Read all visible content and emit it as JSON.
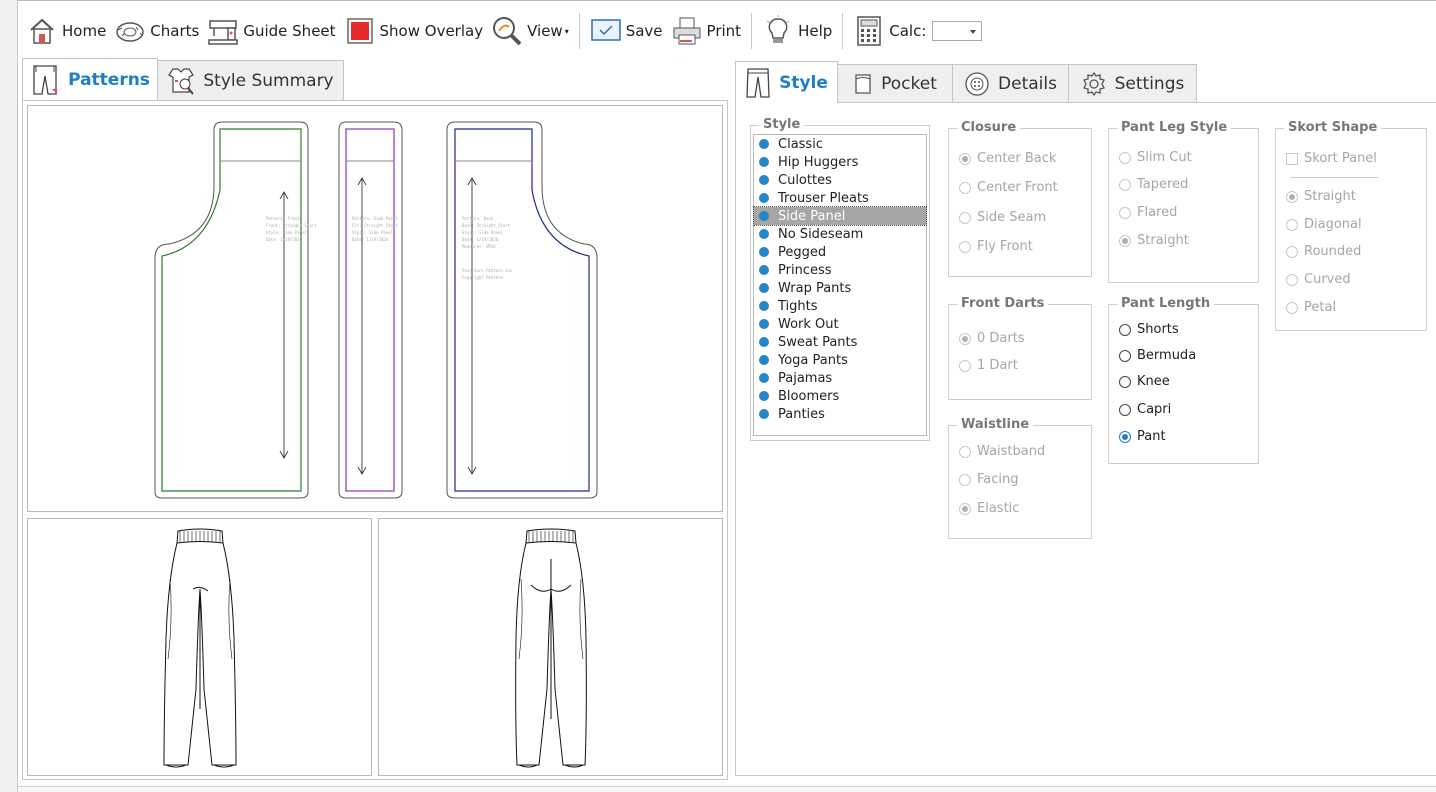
{
  "toolbar": {
    "home": "Home",
    "charts": "Charts",
    "guide_sheet": "Guide Sheet",
    "show_overlay": "Show Overlay",
    "view": "View",
    "save": "Save",
    "print": "Print",
    "help": "Help",
    "calc": "Calc:",
    "calc_value": ""
  },
  "left_tabs": {
    "patterns": "Patterns",
    "style_summary": "Style Summary",
    "active": "patterns"
  },
  "right_tabs": {
    "style": "Style",
    "pocket": "Pocket",
    "details": "Details",
    "settings": "Settings",
    "active": "style"
  },
  "style_group": {
    "title": "Style",
    "items": [
      "Classic",
      "Hip Huggers",
      "Culottes",
      "Trouser Pleats",
      "Side Panel",
      "No Sideseam",
      "Pegged",
      "Princess",
      "Wrap Pants",
      "Tights",
      "Work Out",
      "Sweat Pants",
      "Yoga Pants",
      "Pajamas",
      "Bloomers",
      "Panties"
    ],
    "selected": "Side Panel"
  },
  "closure": {
    "title": "Closure",
    "options": [
      "Center Back",
      "Center Front",
      "Side Seam",
      "Fly Front"
    ],
    "selected": "Center Back",
    "enabled": false
  },
  "front_darts": {
    "title": "Front Darts",
    "options": [
      "0 Darts",
      "1 Dart"
    ],
    "selected": "0 Darts",
    "enabled": false
  },
  "waistline": {
    "title": "Waistline",
    "options": [
      "Waistband",
      "Facing",
      "Elastic"
    ],
    "selected": "Elastic",
    "enabled": false
  },
  "pant_leg_style": {
    "title": "Pant Leg Style",
    "options": [
      "Slim Cut",
      "Tapered",
      "Flared",
      "Straight"
    ],
    "selected": "Straight",
    "enabled": false
  },
  "pant_length": {
    "title": "Pant Length",
    "options": [
      "Shorts",
      "Bermuda",
      "Knee",
      "Capri",
      "Pant"
    ],
    "selected": "Pant",
    "enabled": true
  },
  "skort_shape": {
    "title": "Skort Shape",
    "skort_panel": "Skort Panel",
    "skort_panel_checked": false,
    "options": [
      "Straight",
      "Diagonal",
      "Rounded",
      "Curved",
      "Petal"
    ],
    "selected": "Straight",
    "enabled": false
  },
  "colors": {
    "accent": "#1f7fc4",
    "front_pattern": "#2e7d2e",
    "side_panel_pattern": "#8a3bb0",
    "back_pattern": "#1f2a8a"
  }
}
